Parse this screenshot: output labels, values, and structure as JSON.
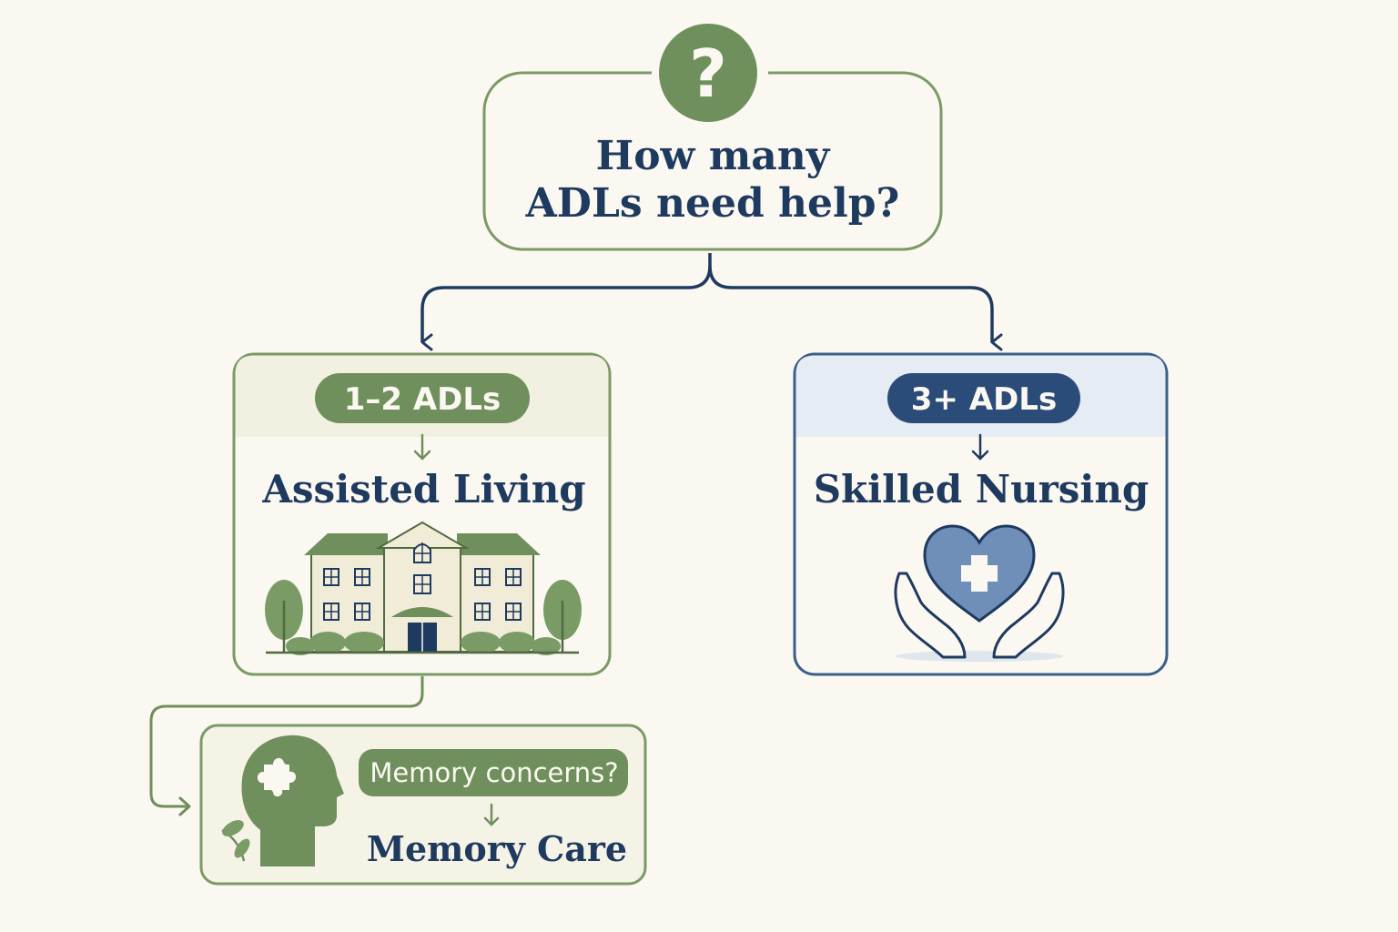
{
  "question": {
    "line1": "How many",
    "line2": "ADLs need help?",
    "icon": "question-mark-icon"
  },
  "left_branch": {
    "badge": "1–2 ADLs",
    "result": "Assisted Living",
    "icon": "assisted-living-building-icon"
  },
  "right_branch": {
    "badge": "3+ ADLs",
    "result": "Skilled Nursing",
    "icon": "heart-cross-hands-icon"
  },
  "memory_branch": {
    "badge": "Memory concerns?",
    "result": "Memory Care",
    "icon": "head-puzzle-icon"
  },
  "colors": {
    "background": "#fbf8f1",
    "green": "#6f8f5c",
    "navy": "#1e3a5f",
    "blue": "#3b5f8a",
    "light_blue": "#e6ecf3",
    "light_green": "#f1f0e1"
  }
}
